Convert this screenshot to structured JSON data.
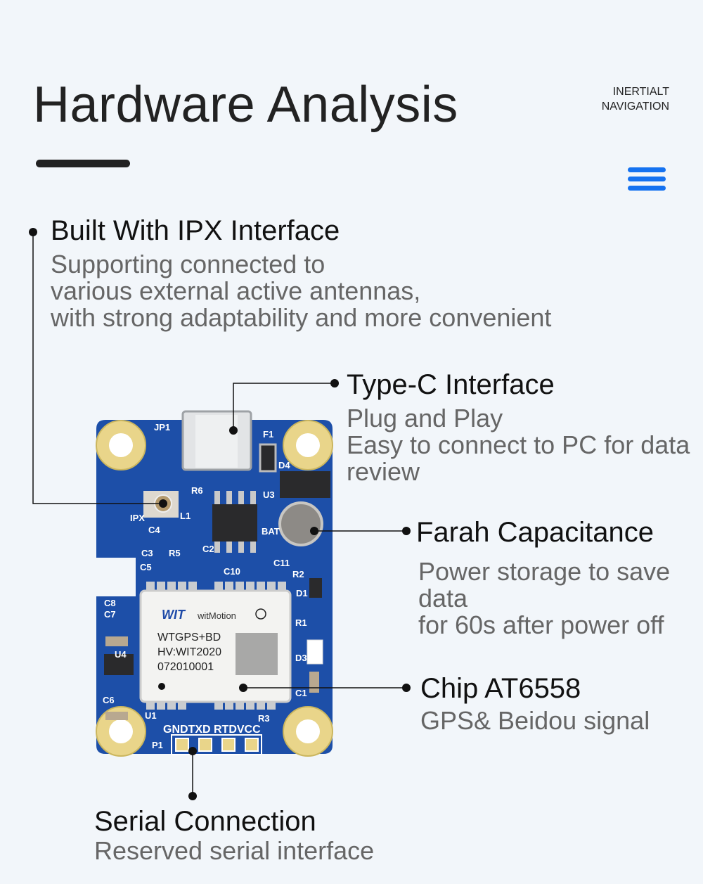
{
  "header": {
    "title": "Hardware Analysis",
    "brand_line1": "INERTIALT",
    "brand_line2": "NAVIGATION",
    "menu_icon": "hamburger-menu-icon",
    "accent": "#1572f0"
  },
  "features": [
    {
      "title": "Built With IPX Interface",
      "desc": [
        "Supporting connected to",
        "various external active antennas,",
        "with strong adaptability and more convenient"
      ]
    },
    {
      "title": "Type-C Interface",
      "desc": [
        "Plug and Play",
        "Easy to connect to PC for data review"
      ]
    },
    {
      "title": "Farah Capacitance",
      "desc": [
        "Power storage to save data",
        "for 60s after power off"
      ]
    },
    {
      "title": "Chip AT6558",
      "desc": [
        "GPS& Beidou signal"
      ]
    },
    {
      "title": "Serial Connection",
      "desc": [
        "Reserved serial interface"
      ]
    }
  ],
  "board": {
    "module_brand": "witMotion",
    "module_line1": "WTGPS+BD",
    "module_line2": "HV:WIT2020",
    "module_line3": "072010001",
    "labels": {
      "jp1": "JP1",
      "f1": "F1",
      "d4": "D4",
      "u3": "U3",
      "r6": "R6",
      "ipx": "IPX",
      "l1": "L1",
      "c4": "C4",
      "c3": "C3",
      "r5": "R5",
      "c5": "C5",
      "c2": "C2",
      "bat": "BAT",
      "c10": "C10",
      "c11": "C11",
      "r2": "R2",
      "d1": "D1",
      "c8": "C8",
      "c7": "C7",
      "u4": "U4",
      "r1": "R1",
      "d3": "D3",
      "c6": "C6",
      "c1": "C1",
      "u1": "U1",
      "r3": "R3",
      "p1": "P1",
      "pins": "GNDTXD RTDVCC"
    }
  }
}
